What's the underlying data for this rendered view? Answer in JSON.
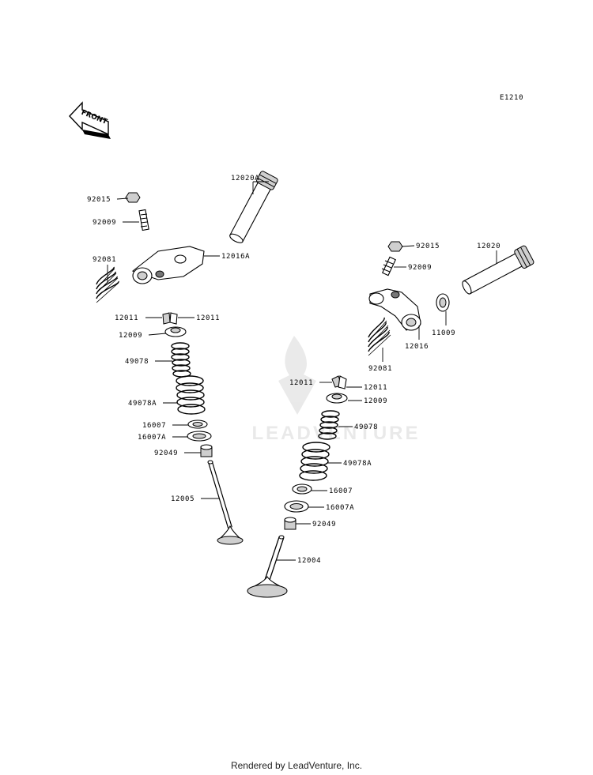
{
  "diagram_code": "E1210",
  "front_label": "FRONT",
  "watermark": "LEADVENTURE",
  "footer": "Rendered by LeadVenture, Inc.",
  "callouts": {
    "c12020A": "12020A",
    "c92015L": "92015",
    "c92009L": "92009",
    "c92081L": "92081",
    "c12016A": "12016A",
    "c12011La": "12011",
    "c12011Lb": "12011",
    "c12009L": "12009",
    "c49078L": "49078",
    "c49078AL": "49078A",
    "c16007L": "16007",
    "c16007AL": "16007A",
    "c92049L": "92049",
    "c12005": "12005",
    "c92015R": "92015",
    "c12020": "12020",
    "c92009R": "92009",
    "c12016": "12016",
    "c11009": "11009",
    "c92081R": "92081",
    "c12011Ra": "12011",
    "c12011Rb": "12011",
    "c12009R": "12009",
    "c49078R": "49078",
    "c49078AR": "49078A",
    "c16007R": "16007",
    "c16007AR": "16007A",
    "c92049R": "92049",
    "c12004": "12004"
  }
}
